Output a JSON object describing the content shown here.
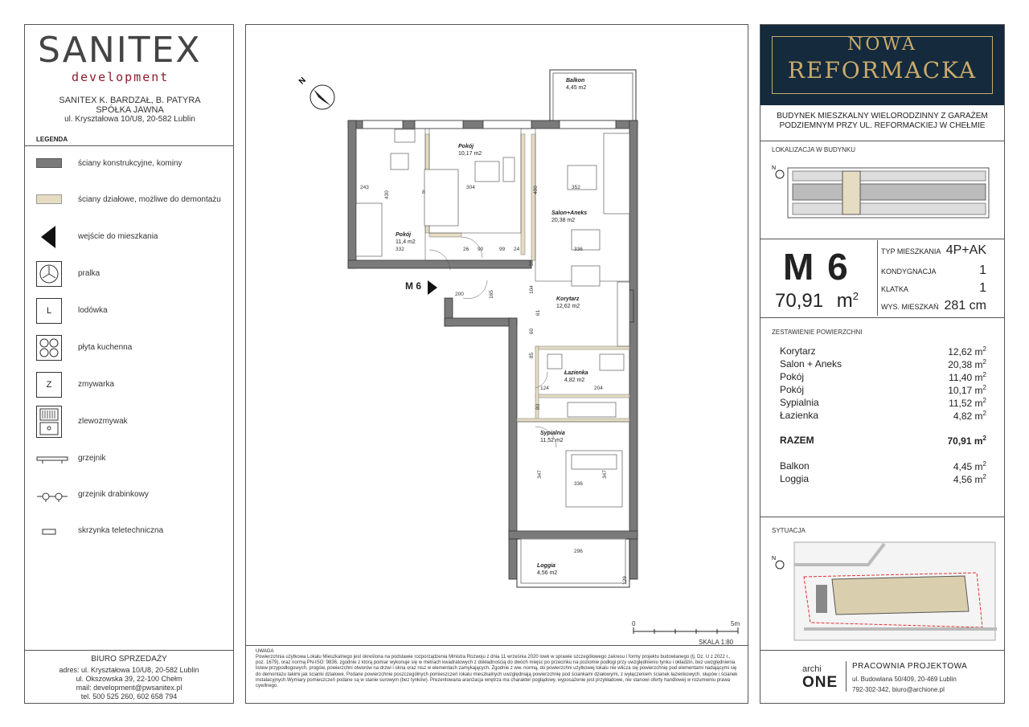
{
  "left": {
    "logo": "SANITEX",
    "logo_sub": "development",
    "company_lines": [
      "SANITEX K. BARDZAŁ, B. PATYRA",
      "SPÓŁKA JAWNA",
      "ul. Kryształowa 10/U8, 20-582 Lublin"
    ],
    "legend_title": "LEGENDA",
    "legend": [
      {
        "icon": "wall-dark-swatch",
        "label": "ściany konstrukcyjne, kominy"
      },
      {
        "icon": "wall-beige-swatch",
        "label": "ściany działowe, możliwe do demontażu"
      },
      {
        "icon": "entrance-triangle",
        "label": "wejście do mieszkania"
      },
      {
        "icon": "washing-machine-icon",
        "label": "pralka"
      },
      {
        "icon": "fridge-icon",
        "label": "lodówka"
      },
      {
        "icon": "cooktop-icon",
        "label": "płyta kuchenna"
      },
      {
        "icon": "dishwasher-icon",
        "label": "zmywarka"
      },
      {
        "icon": "sink-icon",
        "label": "zlewozmywak"
      },
      {
        "icon": "radiator-icon",
        "label": "grzejnik"
      },
      {
        "icon": "ladder-radiator-icon",
        "label": "grzejnik drabinkowy"
      },
      {
        "icon": "telecom-box-icon",
        "label": "skrzynka teletechniczna"
      }
    ],
    "fridge_letter": "L",
    "dishwasher_letter": "Z",
    "biuro_title": "BIURO SPRZEDAŻY",
    "biuro_lines": [
      "adres: ul. Kryształowa 10/U8, 20-582 Lublin",
      "ul. Okszowska 39, 22-100 Chełm",
      "mail: development@pwsanitex.pl",
      "tel. 500 525 260, 602 658 794"
    ]
  },
  "plan": {
    "rooms": [
      {
        "name": "Balkon",
        "area": "4,45 m2"
      },
      {
        "name": "Pokój",
        "area": "10,17 m2"
      },
      {
        "name": "Salon+Aneks",
        "area": "20,38 m2"
      },
      {
        "name": "Pokój",
        "area": "11,4 m2"
      },
      {
        "name": "Korytarz",
        "area": "12,62 m2"
      },
      {
        "name": "Łazienka",
        "area": "4,82 m2"
      },
      {
        "name": "Sypialnia",
        "area": "11,52 m2"
      },
      {
        "name": "Loggia",
        "area": "4,56 m2"
      }
    ],
    "unit_label": "M 6",
    "dims": [
      "243",
      "304",
      "352",
      "332",
      "336",
      "336",
      "296",
      "347",
      "347",
      "400",
      "430",
      "204",
      "124",
      "129",
      "90",
      "99",
      "24",
      "26",
      "55",
      "104",
      "60",
      "85",
      "165",
      "80",
      "8",
      "200",
      "61"
    ],
    "scale_zero": "0",
    "scale_five": "5m",
    "scale_label": "SKALA 1:80",
    "uwaga_title": "UWAGA",
    "uwaga_text": "Powierzchnia użytkowa Lokalu Mieszkalnego jest określona na podstawie rozporządzenia Ministra Rozwoju z dnia 11 września 2020 lowk w sprawie szczegółowego zakresu i formy projektu budowlanego (tj. Dz. U z 2022 r., poz. 1679), oraz normą PN-ISO: 9836, zgodnie z którą pomiar wykonuje się w metrach kwadratowych z dokładnością do dwóch miejsc po przecinku na poziomie podłogi przy uwzględnieniu tynku i okładzin, bez uwzględnienia listew przypodłogowych, progów, powierzchni otworów na drzwi i okna oraz nisz w elementach zamykających. Zgodnie z ww. normą, do powierzchni użytkowej lokalu nie wlicza się powierzchnię pod elementami nadającymi się do demontażu takimi jak ścianki działowe. Podane powierzchnie poszczególnych pomieszczeń lokalu mieszkalnych uwzględniają powierzchnię pod ściankami działowymi, z wyłączeniem ścianek łazienkowych, słupów i ścianek instalacyjnych.Wymiary pomieszczeń podane są w stanie surowym (bez tynków). Prezentowana aranżacja wnętrza ma charakter poglądowy, wyposażenie jest przykładowe, nie stanowi oferty handlowej w rozumieniu prawa cywilnego."
  },
  "right": {
    "brand_top": "NOWA",
    "brand_main": "REFORMACKA",
    "building_desc": [
      "BUDYNEK MIESZKALNY WIELORODZINNY Z GARAŻEM",
      "PODZIEMNYM PRZY UL. REFORMACKIEJ W CHEŁMIE"
    ],
    "location_header": "LOKALIZACJA W BUDYNKU",
    "unit_code": "M 6",
    "unit_area": "70,91",
    "unit_area_unit": "m",
    "unit_area_exp": "2",
    "specs": [
      {
        "label": "TYP MIESZKANIA",
        "value": "4P+AK"
      },
      {
        "label": "KONDYGNACJA",
        "value": "1"
      },
      {
        "label": "KLATKA",
        "value": "1"
      },
      {
        "label": "WYS. MIESZKAŃ",
        "value": "281 cm"
      }
    ],
    "summary_header": "ZESTAWIENIE POWIERZCHNI",
    "summary": [
      {
        "label": "Korytarz",
        "value": "12,62 m"
      },
      {
        "label": "Salon + Aneks",
        "value": "20,38 m"
      },
      {
        "label": "Pokój",
        "value": "11,40 m"
      },
      {
        "label": "Pokój",
        "value": "10,17 m"
      },
      {
        "label": "Sypialnia",
        "value": "11,52 m"
      },
      {
        "label": "Łazienka",
        "value": "4,82 m"
      }
    ],
    "total_label": "RAZEM",
    "total_value": "70,91 m",
    "extras": [
      {
        "label": "Balkon",
        "value": "4,45 m"
      },
      {
        "label": "Loggia",
        "value": "4,56 m"
      }
    ],
    "exp": "2",
    "situation_header": "SYTUACJA",
    "archi_small": "archi",
    "archi_big": "ONE",
    "pracownia": "PRACOWNIA PROJEKTOWA",
    "pracownia_lines": [
      "ul. Budowlana 50/409, 20-469 Lublin",
      "792-302-342, biuro@archione.pl"
    ]
  },
  "colors": {
    "wall": "#7a7a7a",
    "partition": "#e6dcc2",
    "brand_bg": "#152a3c",
    "brand_gold": "#c9ab6b",
    "logo_red": "#8b1d2c"
  }
}
